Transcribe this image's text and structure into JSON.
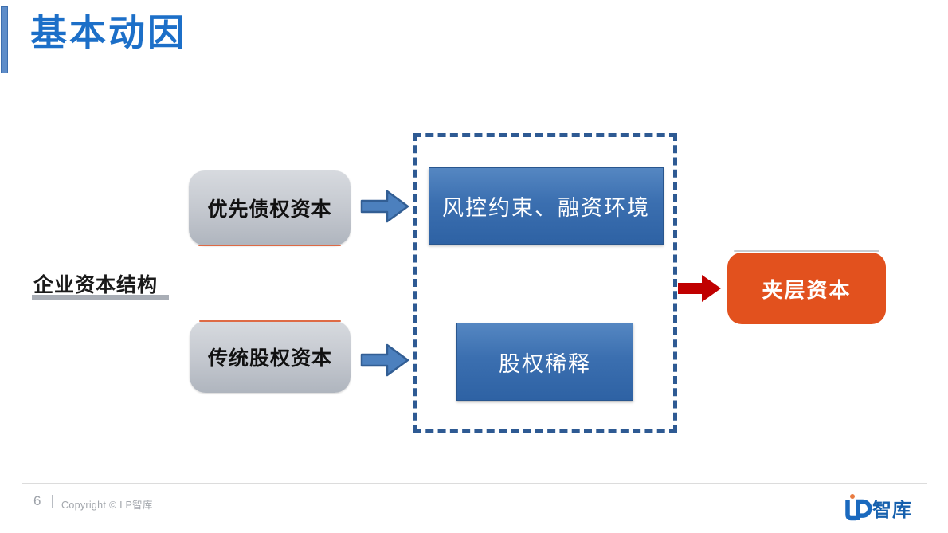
{
  "slide": {
    "title": "基本动因",
    "footer": {
      "page_number": "6",
      "copyright": "Copyright © LP智库"
    },
    "logo": {
      "mark_icon": "lp-monogram-icon",
      "text": "智库"
    }
  },
  "diagram": {
    "left_label": "企业资本结构",
    "source_boxes": [
      {
        "label": "优先债权资本"
      },
      {
        "label": "传统股权资本"
      }
    ],
    "factor_boxes": [
      {
        "label": "风控约束、融资环境"
      },
      {
        "label": "股权稀释"
      }
    ],
    "result_box": {
      "label": "夹层资本"
    },
    "icons": {
      "flow_arrow": "right-block-arrow-blue",
      "result_arrow": "right-block-arrow-red"
    }
  },
  "colors": {
    "title_blue": "#1C6FC8",
    "accent_bar_blue": "#5E8DC9",
    "factor_box_blue": "#3B6FB0",
    "source_box_gray": "#C3C7CE",
    "dashed_border_blue": "#2E5A93",
    "flow_arrow_blue": "#4C80BE",
    "result_arrow_red": "#C00000",
    "result_box_orange": "#E2511E",
    "footer_gray": "#9CA1A8",
    "logo_blue": "#1660AD",
    "logo_dot_orange": "#E97B41"
  }
}
